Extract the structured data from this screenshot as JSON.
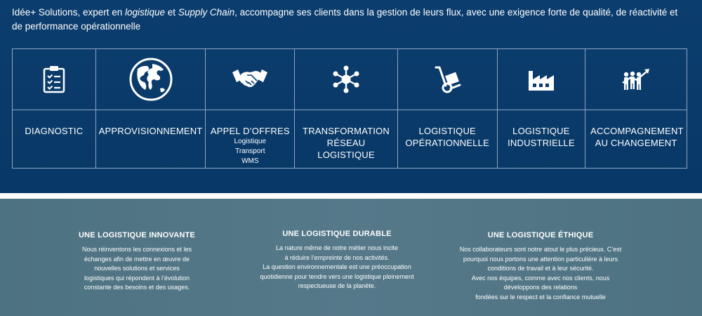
{
  "intro": {
    "part1": "Idée+ Solutions, expert en ",
    "em1": "logistique",
    "part2": " et ",
    "em2": "Supply Chain",
    "part3": ", accompagne ses clients dans la gestion de leurs flux, avec une exigence forte de qualité, de réactivité et de performance opérationnelle"
  },
  "services": [
    {
      "icon": "clipboard-checklist-icon",
      "label": "DIAGNOSTIC",
      "subs": []
    },
    {
      "icon": "globe-icon",
      "label": "APPROVISIONNEMENT",
      "subs": []
    },
    {
      "icon": "handshake-icon",
      "label": "APPEL D’OFFRES",
      "subs": [
        "Logistique",
        "Transport",
        "WMS"
      ]
    },
    {
      "icon": "network-nodes-icon",
      "label": "TRANSFORMATION RÉSEAU LOGISTIQUE",
      "subs": []
    },
    {
      "icon": "hand-truck-icon",
      "label": "LOGISTIQUE OPÉRATIONNELLE",
      "subs": []
    },
    {
      "icon": "factory-icon",
      "label": "LOGISTIQUE INDUSTRIELLE",
      "subs": []
    },
    {
      "icon": "team-growth-icon",
      "label": "ACCOMPAGNEMENT AU CHANGEMENT",
      "subs": []
    }
  ],
  "values": [
    {
      "title": "UNE LOGISTIQUE INNOVANTE",
      "lines": [
        "Nous réinventons les connexions et les",
        "échanges afin de mettre en œuvre de",
        "nouvelles solutions et services",
        "logistiques qui répondent à l’évolution",
        "constante des besoins et des usages."
      ]
    },
    {
      "title": "UNE LOGISTIQUE DURABLE",
      "lines": [
        "La nature même de notre métier nous incite",
        "à réduire l’empreinte de nos activités.",
        "La question environnementale est une préoccupation",
        "quotidienne pour tendre vers une logistique pleinement",
        "respectueuse de la planète."
      ]
    },
    {
      "title": "UNE LOGISTIQUE ÉTHIQUE",
      "lines": [
        "Nos collaborateurs sont notre atout le plus précieux. C’est",
        "pourquoi nous portons une attention particulière à leurs",
        "conditions de travail et à leur sécurité.",
        "Avec nos équipes, comme avec nos clients, nous",
        "développons des relations",
        "fondées sur le respect et la confiance mutuelle"
      ]
    }
  ]
}
